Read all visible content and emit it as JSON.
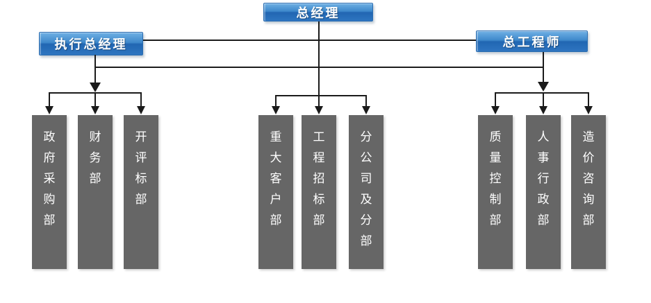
{
  "nodes": {
    "general_manager": "总经理",
    "executive_general_manager": "执行总经理",
    "chief_engineer": "总工程师"
  },
  "groups": [
    {
      "parent": "executive_general_manager",
      "departments": [
        "政府采购部",
        "财务部",
        "开评标部"
      ]
    },
    {
      "parent": "general_manager",
      "departments": [
        "重大客户部",
        "工程招标部",
        "分公司及分部"
      ]
    },
    {
      "parent": "chief_engineer",
      "departments": [
        "质量控制部",
        "人事行政部",
        "造价咨询部"
      ]
    }
  ],
  "colors": {
    "leader_box_top": "#6fb0e4",
    "leader_box_bottom": "#2166b2",
    "department_box": "#666666",
    "connector_line": "#1a1a1a",
    "text": "#ffffff",
    "background": "#ffffff"
  }
}
